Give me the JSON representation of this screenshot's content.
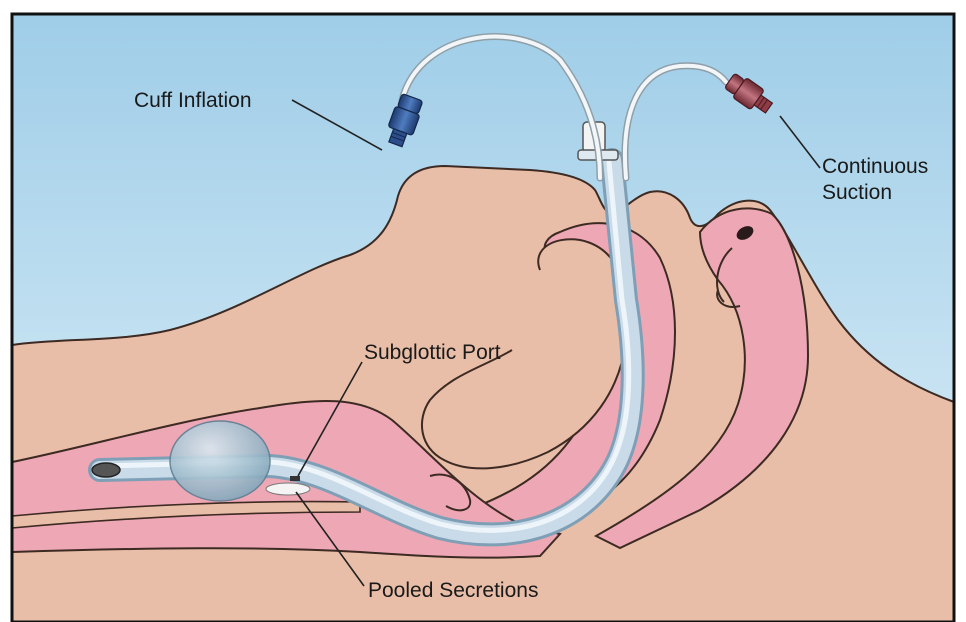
{
  "labels": {
    "cuff_inflation": "Cuff Inflation",
    "continuous_suction": "Continuous\nSuction",
    "subglottic_port": "Subglottic Port",
    "pooled_secretions": "Pooled Secretions"
  },
  "colors": {
    "frame": "#111111",
    "sky": "#bfe0f2",
    "skin": "#e9bea8",
    "skin_outline": "#3d2a22",
    "airway": "#eda7b5",
    "tube": "#b8cfe0",
    "tube_highlight": "#eef5fa",
    "cuff": "#8fb3c6",
    "inflation_connector": "#2c4f8c",
    "suction_connector": "#8e3d47",
    "leader_line": "#222222"
  }
}
